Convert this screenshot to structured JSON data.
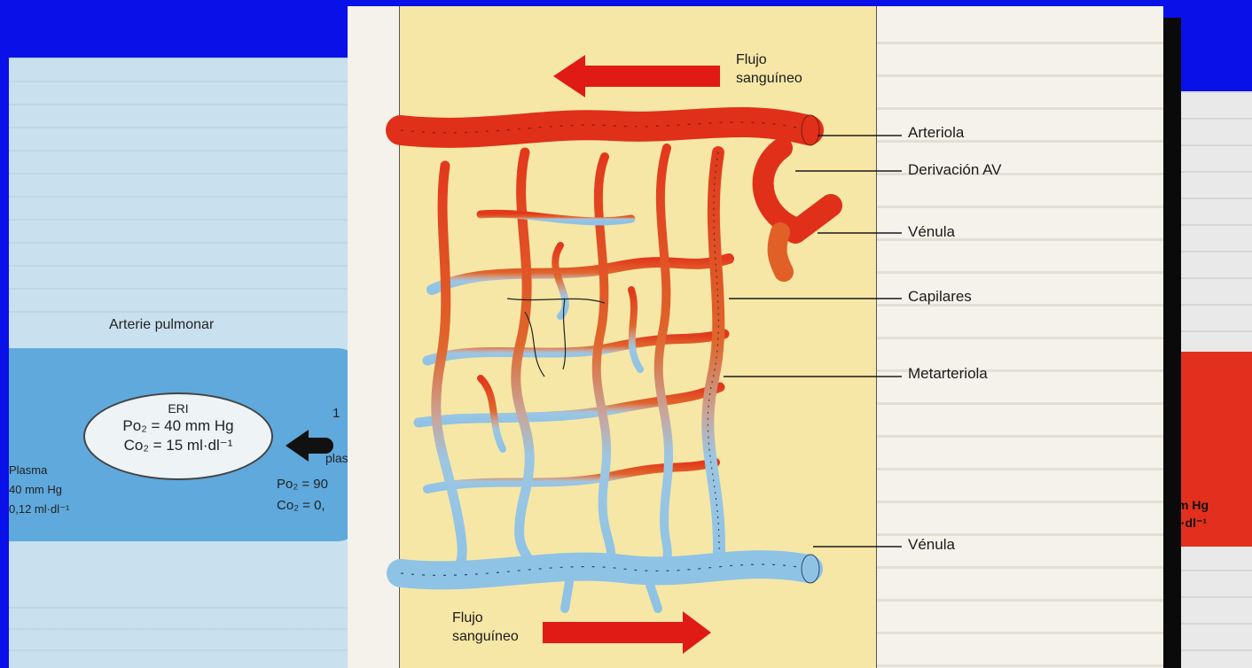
{
  "left_page": {
    "artery_label": "Arterie pulmonar",
    "ellipse_title": "ERI",
    "ellipse_po2": "Po₂ = 40 mm Hg",
    "ellipse_co2": "Co₂ = 15 ml·dl⁻¹",
    "plasma_label": "Plasma",
    "plasma_value": "40 mm Hg",
    "plasma_concentration": "0,12 ml·dl⁻¹",
    "step_number": "1",
    "plas_label": "plas",
    "po2_right": "Po₂ = 90",
    "co2_right": "Co₂ = 0,"
  },
  "right_page": {
    "value_line1": "m Hg",
    "value_line2": "l·dl⁻¹"
  },
  "figure": {
    "flow_top_line1": "Flujo",
    "flow_top_line2": "sanguíneo",
    "flow_bottom_line1": "Flujo",
    "flow_bottom_line2": "sanguíneo",
    "labels": {
      "arteriola": "Arteriola",
      "derivacion": "Derivación AV",
      "venula_top": "Vénula",
      "capilares": "Capilares",
      "metarteriola": "Metarteriola",
      "venula_bottom": "Vénula"
    }
  },
  "colors": {
    "background_blue": "#0a10e8",
    "arterial_red": "#e0301a",
    "capillary_orange": "#e0622a",
    "venous_blue": "#8fc3e6",
    "figure_cream": "#f6e7a6"
  }
}
